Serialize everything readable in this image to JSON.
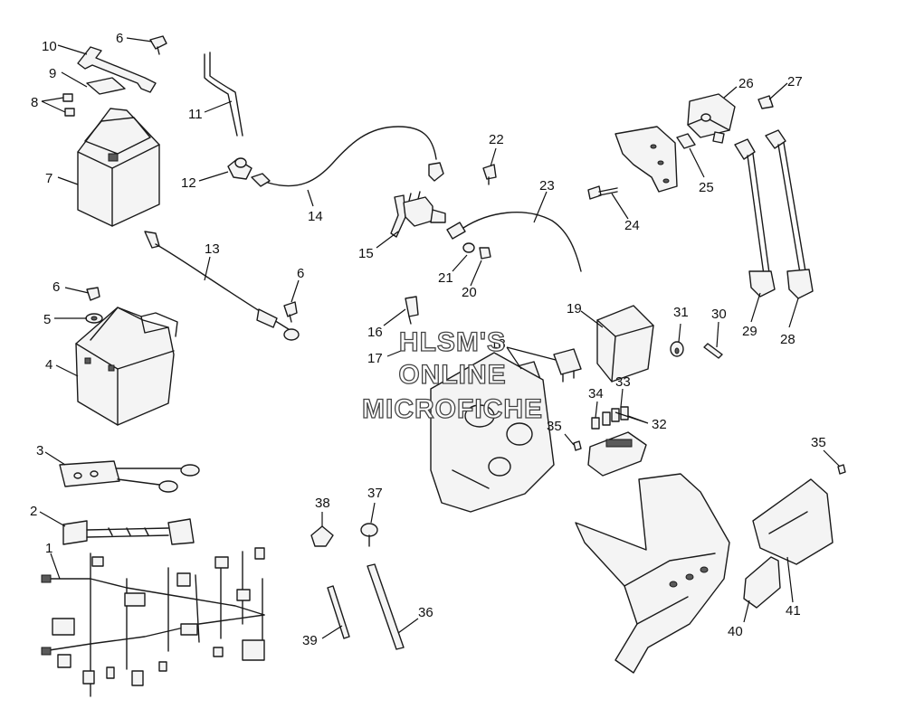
{
  "watermark": {
    "line1": "HLSM'S",
    "line2": "ONLINE",
    "line3": "MICROFICHE"
  },
  "callouts": [
    {
      "id": "c10",
      "text": "10"
    },
    {
      "id": "c6a",
      "text": "6"
    },
    {
      "id": "c9",
      "text": "9"
    },
    {
      "id": "c8",
      "text": "8"
    },
    {
      "id": "c7",
      "text": "7"
    },
    {
      "id": "c11",
      "text": "11"
    },
    {
      "id": "c12",
      "text": "12"
    },
    {
      "id": "c14",
      "text": "14"
    },
    {
      "id": "c13",
      "text": "13"
    },
    {
      "id": "c6b",
      "text": "6"
    },
    {
      "id": "c6c",
      "text": "6"
    },
    {
      "id": "c5",
      "text": "5"
    },
    {
      "id": "c4",
      "text": "4"
    },
    {
      "id": "c3",
      "text": "3"
    },
    {
      "id": "c2",
      "text": "2"
    },
    {
      "id": "c1",
      "text": "1"
    },
    {
      "id": "c22",
      "text": "22"
    },
    {
      "id": "c23",
      "text": "23"
    },
    {
      "id": "c15",
      "text": "15"
    },
    {
      "id": "c21",
      "text": "21"
    },
    {
      "id": "c20",
      "text": "20"
    },
    {
      "id": "c16",
      "text": "16"
    },
    {
      "id": "c17",
      "text": "17"
    },
    {
      "id": "c18",
      "text": "18"
    },
    {
      "id": "c19",
      "text": "19"
    },
    {
      "id": "c26",
      "text": "26"
    },
    {
      "id": "c27",
      "text": "27"
    },
    {
      "id": "c25",
      "text": "25"
    },
    {
      "id": "c24",
      "text": "24"
    },
    {
      "id": "c31",
      "text": "31"
    },
    {
      "id": "c30",
      "text": "30"
    },
    {
      "id": "c29",
      "text": "29"
    },
    {
      "id": "c28",
      "text": "28"
    },
    {
      "id": "c33",
      "text": "33"
    },
    {
      "id": "c34",
      "text": "34"
    },
    {
      "id": "c32",
      "text": "32"
    },
    {
      "id": "c35a",
      "text": "35"
    },
    {
      "id": "c35b",
      "text": "35"
    },
    {
      "id": "c38",
      "text": "38"
    },
    {
      "id": "c37",
      "text": "37"
    },
    {
      "id": "c39",
      "text": "39"
    },
    {
      "id": "c36",
      "text": "36"
    },
    {
      "id": "c40",
      "text": "40"
    },
    {
      "id": "c41",
      "text": "41"
    }
  ]
}
